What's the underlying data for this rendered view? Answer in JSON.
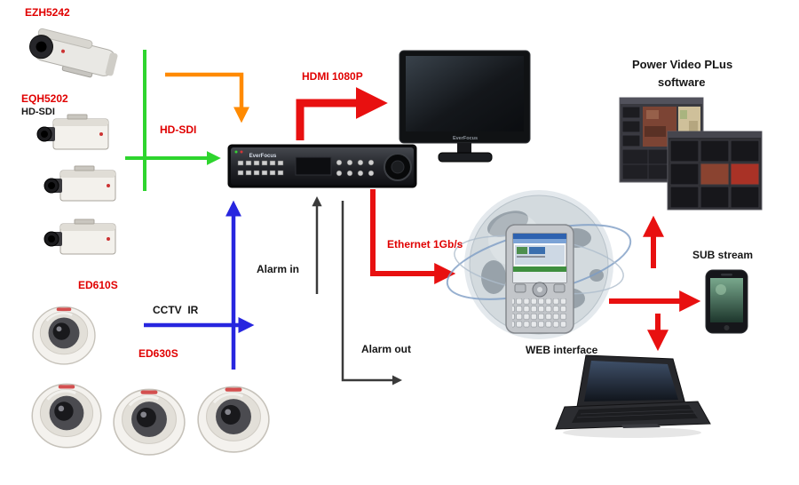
{
  "brand": "EverFocus",
  "labels": {
    "ezh5242": "EZH5242",
    "eqh5202": "EQH5202",
    "hd_sdi_model": "HD-SDI",
    "hd_sdi_link": "HD-SDI",
    "hdmi": "HDMI 1080P",
    "power_video_line1": "Power Video PLus",
    "power_video_line2": "software",
    "ethernet": "Ethernet 1Gb/s",
    "sub_stream": "SUB stream",
    "web_interface": "WEB interface",
    "alarm_in": "Alarm in",
    "alarm_out": "Alarm out",
    "cctv_ir": "CCTV  IR",
    "ed610s": "ED610S",
    "ed630s": "ED630S"
  },
  "colors": {
    "label_red": "#e00000",
    "arrow_red": "#e81010",
    "arrow_green": "#2ed52e",
    "arrow_blue": "#2726df",
    "arrow_orange": "#ff8a00",
    "arrow_black": "#3a3a3a",
    "background": "#ffffff"
  }
}
